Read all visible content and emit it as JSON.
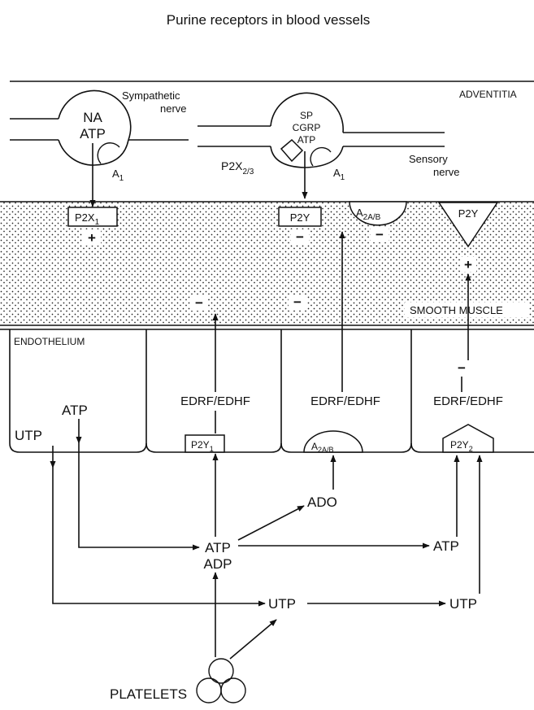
{
  "title": "Purine receptors in blood vessels",
  "layers": {
    "adventitia": "ADVENTITIA",
    "smooth_muscle": "SMOOTH MUSCLE",
    "endothelium": "ENDOTHELIUM"
  },
  "nerves": {
    "sympathetic": {
      "line1": "Sympathetic",
      "line2": "nerve",
      "content1": "NA",
      "content2": "ATP",
      "receptor_base": "A",
      "receptor_sub": "1"
    },
    "sensory": {
      "line1": "Sensory",
      "line2": "nerve",
      "content1": "SP",
      "content2": "CGRP",
      "content3": "ATP",
      "receptor_base": "A",
      "receptor_sub": "1",
      "p2x_base": "P2X",
      "p2x_sub": "2/3"
    }
  },
  "smooth_muscle_receptors": [
    {
      "base": "P2X",
      "sub": "1",
      "effect": "+"
    },
    {
      "base": "P2Y",
      "sub": "",
      "effect": "−"
    },
    {
      "base": "A",
      "sub": "2A/B",
      "effect": "−"
    },
    {
      "base": "P2Y",
      "sub": "",
      "effect": "+"
    }
  ],
  "endothelial_effects": [
    "−",
    "−",
    "−"
  ],
  "endothelial_cells": [
    {
      "ligand1": "ATP",
      "ligand2": "UTP"
    },
    {
      "mediator": "EDRF/EDHF",
      "receptor_base": "P2Y",
      "receptor_sub": "1"
    },
    {
      "mediator": "EDRF/EDHF",
      "receptor_base": "A",
      "receptor_sub": "2A/B"
    },
    {
      "mediator": "EDRF/EDHF",
      "receptor_base": "P2Y",
      "receptor_sub": "2"
    }
  ],
  "nucleotides": {
    "atp_adp_1": "ATP",
    "atp_adp_2": "ADP",
    "ado": "ADO",
    "atp_right": "ATP",
    "utp_mid": "UTP",
    "utp_right": "UTP"
  },
  "source": "PLATELETS"
}
